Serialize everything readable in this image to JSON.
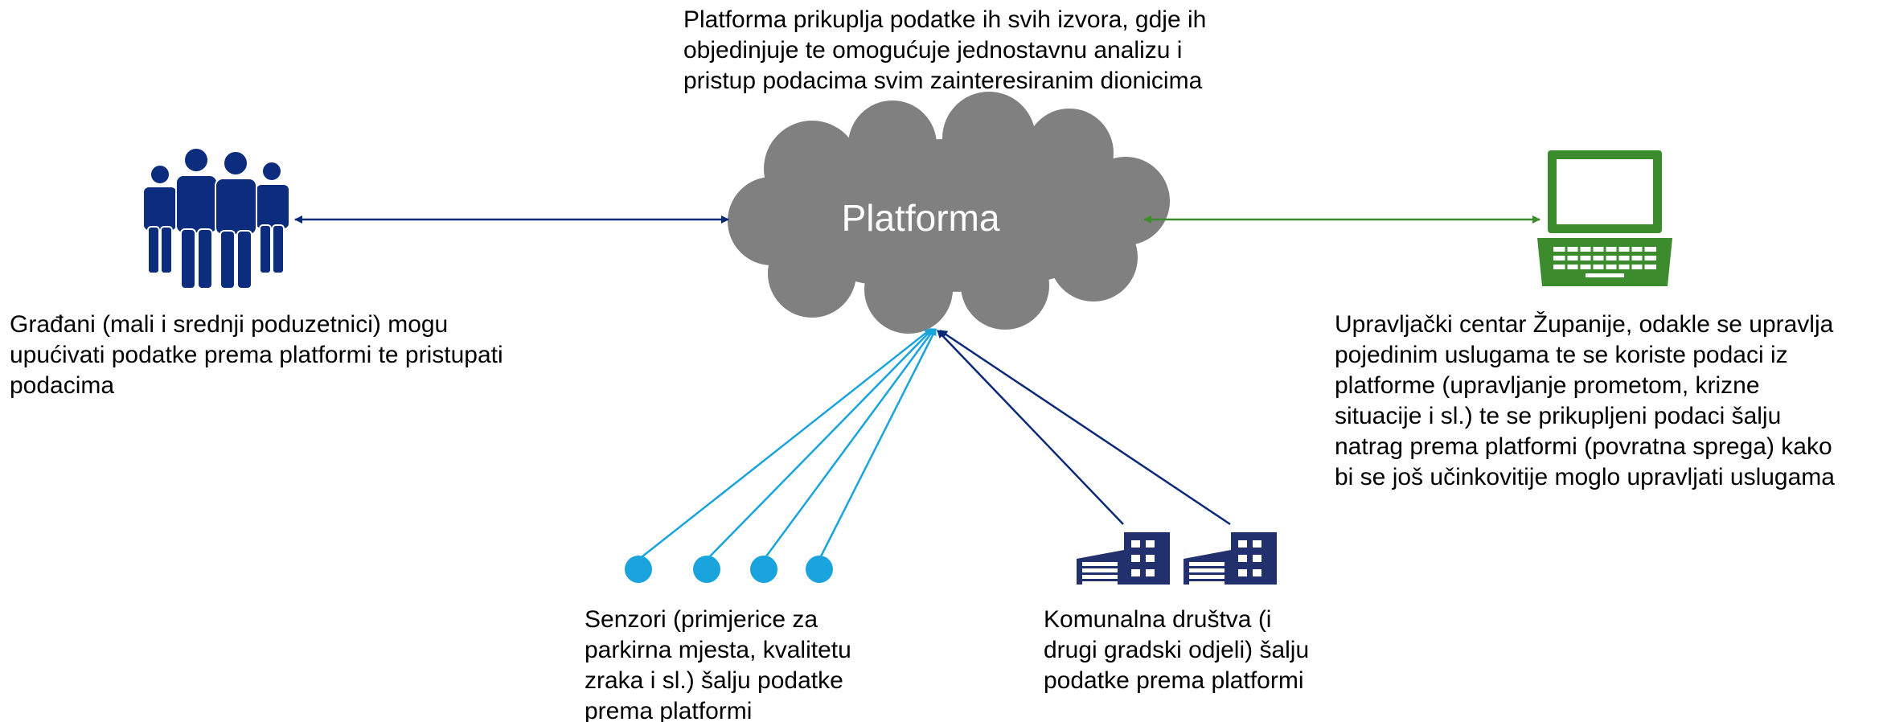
{
  "platform": {
    "label": "Platforma",
    "description": "Platforma prikuplja podatke ih svih izvora, gdje ih\nobjedinjuje te omogućuje jednostavnu analizu i\npristup podacima svim zainteresiranim dionicima"
  },
  "citizens": {
    "icon": "people-group-icon",
    "text": "Građani (mali i srednji poduzetnici) mogu\nupućivati podatke prema platformi te pristupati\npodacima"
  },
  "control_center": {
    "icon": "laptop-icon",
    "text": "Upravljački centar Županije, odakle se upravlja\npojedinim uslugama te se koriste podaci iz\nplatforme (upravljanje prometom, krizne\nsituacije i sl.) te se prikupljeni podaci šalju\nnatrag prema platformi (povratna sprega) kako\nbi se još učinkovitije moglo upravljati uslugama"
  },
  "sensors": {
    "icon": "sensor-dot-icon",
    "count": 4,
    "text": "Senzori (primjerice za\nparkirna mjesta, kvalitetu\nzraka i sl.) šalju podatke\nprema platformi"
  },
  "utilities": {
    "icon": "factory-building-icon",
    "count": 2,
    "text": "Komunalna društva (i\ndrugi gradski odjeli) šalju\npodatke prema platformi"
  },
  "colors": {
    "cloud": "#808080",
    "cloud_text": "#ffffff",
    "navy": "#0a2a78",
    "people": "#0c2c7e",
    "laptop": "#3c8b2c",
    "sensor": "#1aa3dc",
    "building": "#22306e",
    "text": "#000000"
  }
}
